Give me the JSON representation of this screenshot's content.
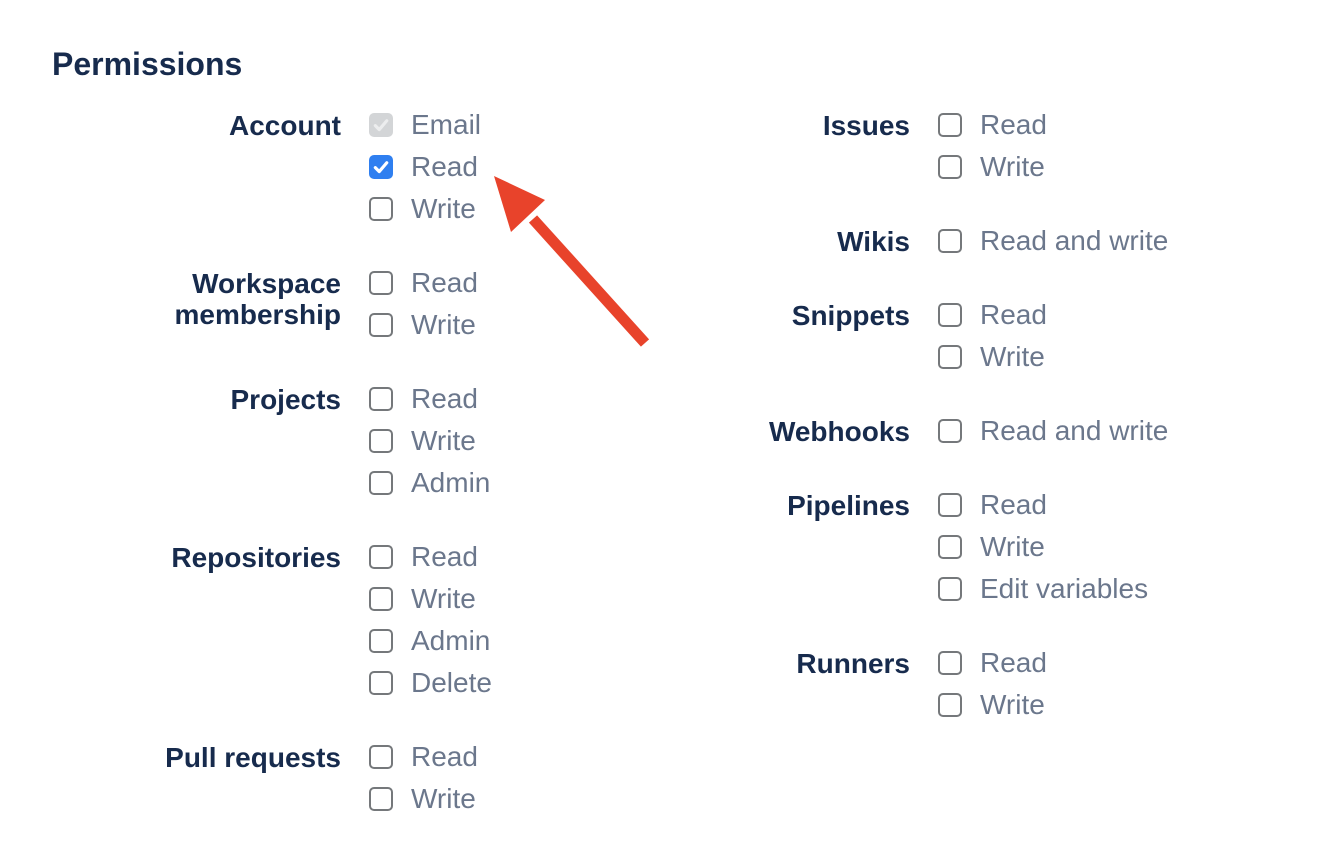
{
  "heading": "Permissions",
  "colors": {
    "heading_text": "#172B4D",
    "group_label_text": "#172B4D",
    "option_text": "#6B778C",
    "checkbox_border": "#75787B",
    "checkbox_checked_bg": "#2F7FF0",
    "checkbox_checked_check": "#FFFFFF",
    "checkbox_disabled_bg": "#D3D5D7",
    "checkbox_disabled_check": "#ECEDEE",
    "arrow": "#E8432B"
  },
  "columns": [
    {
      "side": "left",
      "groups": [
        {
          "label": "Account",
          "options": [
            {
              "label": "Email",
              "checked": true,
              "disabled": true
            },
            {
              "label": "Read",
              "checked": true,
              "disabled": false
            },
            {
              "label": "Write",
              "checked": false,
              "disabled": false
            }
          ]
        },
        {
          "label": "Workspace membership",
          "options": [
            {
              "label": "Read",
              "checked": false,
              "disabled": false
            },
            {
              "label": "Write",
              "checked": false,
              "disabled": false
            }
          ]
        },
        {
          "label": "Projects",
          "options": [
            {
              "label": "Read",
              "checked": false,
              "disabled": false
            },
            {
              "label": "Write",
              "checked": false,
              "disabled": false
            },
            {
              "label": "Admin",
              "checked": false,
              "disabled": false
            }
          ]
        },
        {
          "label": "Repositories",
          "options": [
            {
              "label": "Read",
              "checked": false,
              "disabled": false
            },
            {
              "label": "Write",
              "checked": false,
              "disabled": false
            },
            {
              "label": "Admin",
              "checked": false,
              "disabled": false
            },
            {
              "label": "Delete",
              "checked": false,
              "disabled": false
            }
          ]
        },
        {
          "label": "Pull requests",
          "options": [
            {
              "label": "Read",
              "checked": false,
              "disabled": false
            },
            {
              "label": "Write",
              "checked": false,
              "disabled": false
            }
          ]
        }
      ]
    },
    {
      "side": "right",
      "groups": [
        {
          "label": "Issues",
          "options": [
            {
              "label": "Read",
              "checked": false,
              "disabled": false
            },
            {
              "label": "Write",
              "checked": false,
              "disabled": false
            }
          ]
        },
        {
          "label": "Wikis",
          "options": [
            {
              "label": "Read and write",
              "checked": false,
              "disabled": false
            }
          ]
        },
        {
          "label": "Snippets",
          "options": [
            {
              "label": "Read",
              "checked": false,
              "disabled": false
            },
            {
              "label": "Write",
              "checked": false,
              "disabled": false
            }
          ]
        },
        {
          "label": "Webhooks",
          "options": [
            {
              "label": "Read and write",
              "checked": false,
              "disabled": false
            }
          ]
        },
        {
          "label": "Pipelines",
          "options": [
            {
              "label": "Read",
              "checked": false,
              "disabled": false
            },
            {
              "label": "Write",
              "checked": false,
              "disabled": false
            },
            {
              "label": "Edit variables",
              "checked": false,
              "disabled": false
            }
          ]
        },
        {
          "label": "Runners",
          "options": [
            {
              "label": "Read",
              "checked": false,
              "disabled": false
            },
            {
              "label": "Write",
              "checked": false,
              "disabled": false
            }
          ]
        }
      ]
    }
  ],
  "annotation": {
    "arrow_points_to": "Account Read checkbox"
  }
}
